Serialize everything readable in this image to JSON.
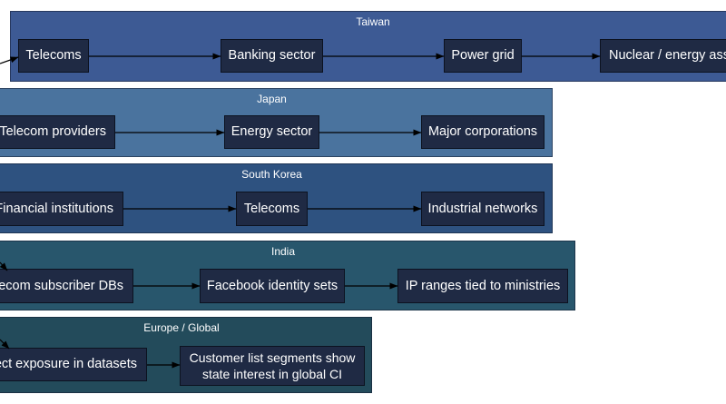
{
  "clusters": [
    {
      "id": "taiwan",
      "title": "Taiwan",
      "color": "#3d5a94",
      "nodes": [
        "Telecoms",
        "Banking sector",
        "Power grid",
        "Nuclear / energy ass"
      ]
    },
    {
      "id": "japan",
      "title": "Japan",
      "color": "#4a739e",
      "nodes": [
        "Telecom providers",
        "Energy sector",
        "Major corporations"
      ]
    },
    {
      "id": "south-korea",
      "title": "South Korea",
      "color": "#2e5280",
      "nodes": [
        "Financial institutions",
        "Telecoms",
        "Industrial networks"
      ]
    },
    {
      "id": "india",
      "title": "India",
      "color": "#28566c",
      "nodes": [
        "ecom subscriber DBs",
        "Facebook identity sets",
        "IP ranges tied to ministries"
      ]
    },
    {
      "id": "europe-global",
      "title": "Europe / Global",
      "color": "#234b5b",
      "nodes": [
        "ect exposure in datasets",
        "Customer list segments show\nstate interest in global CI"
      ]
    }
  ]
}
